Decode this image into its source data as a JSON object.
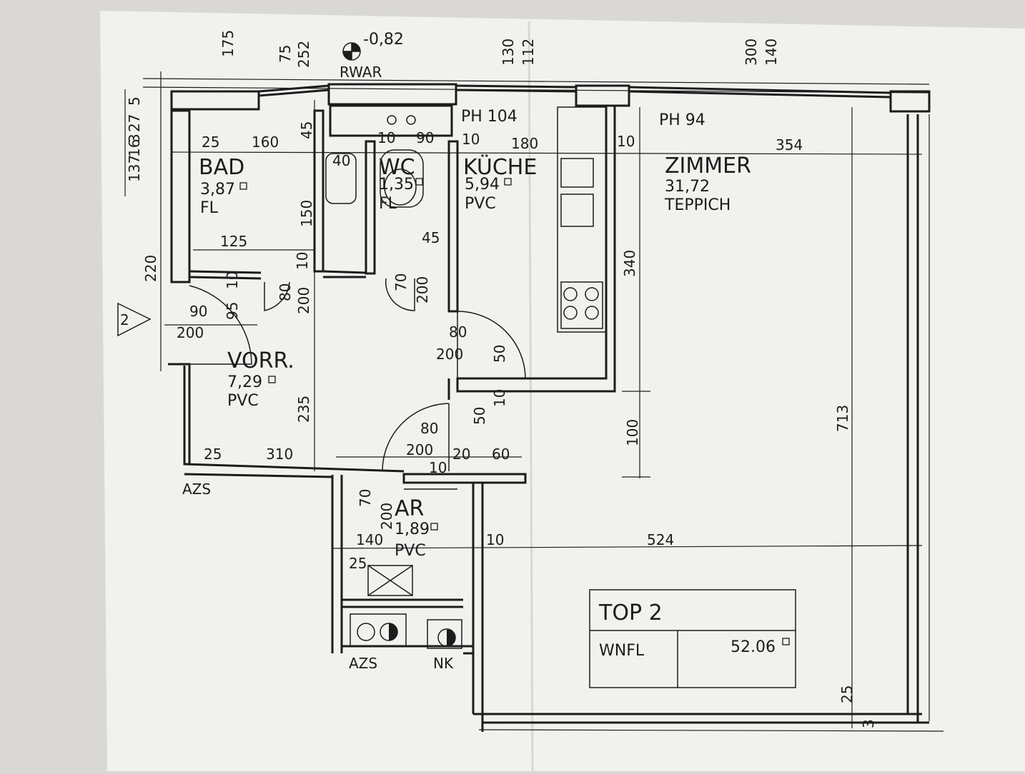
{
  "plan": {
    "unit_label": "TOP 2",
    "area_label": "WNFL",
    "area_value": "52.06",
    "level_marker": "-0,82",
    "rwar_label": "RWAR",
    "stair_number": "2",
    "rooms": {
      "bad": {
        "name": "BAD",
        "area": "3,87",
        "floor": "FL"
      },
      "wc": {
        "name": "WC",
        "area": "1,35",
        "floor": "FL"
      },
      "kueche": {
        "name": "KÜCHE",
        "area": "5,94",
        "floor": "PVC"
      },
      "zimmer": {
        "name": "ZIMMER",
        "area": "31,72",
        "floor": "TEPPICH"
      },
      "vorr": {
        "name": "VORR.",
        "area": "7,29",
        "floor": "PVC"
      },
      "ar": {
        "name": "AR",
        "area": "1,89",
        "floor": "PVC"
      }
    },
    "ph_labels": {
      "kueche": "PH 104",
      "zimmer": "PH 94"
    },
    "edge_labels": {
      "azs1": "AZS",
      "azs2": "AZS",
      "nk": "NK"
    },
    "dims": {
      "top_175": "175",
      "top_75": "75",
      "top_252": "252",
      "top_130": "130",
      "top_112": "112",
      "top_300": "300",
      "top_140": "140",
      "left_5": "5",
      "left_27": "27",
      "left_3": "3",
      "left_16": "16",
      "left_137": "137",
      "left_220": "220",
      "bad_25": "25",
      "bad_160": "160",
      "bad_45": "45",
      "bad_150": "150",
      "bad_125": "125",
      "bad_10": "10",
      "bad_40": "40",
      "wc_10": "10",
      "wc_90": "90",
      "wc_45": "45",
      "wc_70": "70",
      "wc_200": "200",
      "k_10": "10",
      "k_180": "180",
      "z_10": "10",
      "z_354": "354",
      "z_340": "340",
      "z_100": "100",
      "z_713": "713",
      "d1_80": "80",
      "d1_200": "200",
      "d2_95": "95",
      "d2_10": "10",
      "d2_90": "90",
      "d2_200": "200",
      "d3_80": "80",
      "d3_200": "200",
      "d3_50": "50",
      "d4_10": "10",
      "d4_50": "50",
      "d4_80": "80",
      "d4_200": "200",
      "d4_20": "20",
      "d4_60": "60",
      "d4_10b": "10",
      "v_235": "235",
      "v_25": "25",
      "v_310": "310",
      "ar_70": "70",
      "ar_200": "200",
      "ar_140": "140",
      "ar_10": "10",
      "ar_25": "25",
      "b_524": "524",
      "b_25": "25",
      "b_3": "3"
    }
  },
  "colors": {
    "paper": "#f1f1ee",
    "ink": "#1c1c1c",
    "background": "#d9d8d4"
  }
}
